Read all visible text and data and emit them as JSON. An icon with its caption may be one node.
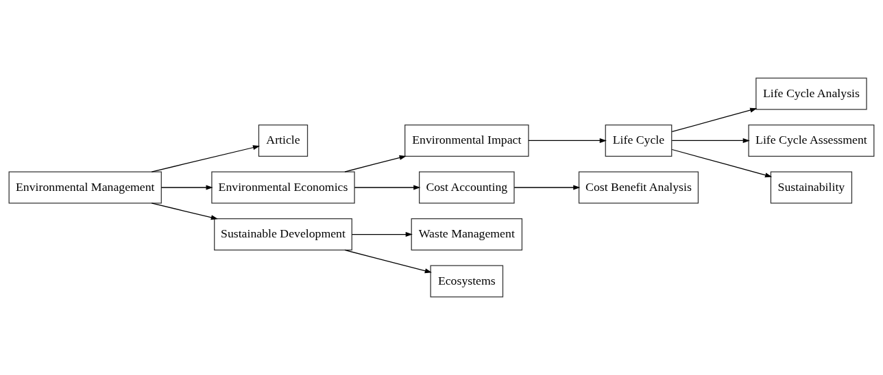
{
  "diagram": {
    "nodes": [
      {
        "text": [
          "Environmental Management"
        ]
      },
      {
        "text": [
          "Article"
        ]
      },
      {
        "text": [
          "Environmental Economics"
        ]
      },
      {
        "text": [
          "Sustainable Development"
        ]
      },
      {
        "text": [
          "Environmental Impact"
        ]
      },
      {
        "text": [
          "Cost Accounting"
        ]
      },
      {
        "text": [
          "Waste Management"
        ]
      },
      {
        "text": [
          "Ecosystems"
        ]
      },
      {
        "text": [
          "Life Cycle"
        ]
      },
      {
        "text": [
          "Cost Benefit Analysis"
        ]
      },
      {
        "text": [
          "Life Cycle Analysis"
        ]
      },
      {
        "text": [
          "Life Cycle Assessment"
        ]
      },
      {
        "text": [
          "Sustainability"
        ]
      }
    ],
    "edges": [
      {
        "from": 0,
        "to": 1,
        "arrow": "to"
      },
      {
        "from": 0,
        "to": 2,
        "arrow": "to"
      },
      {
        "from": 0,
        "to": 3,
        "arrow": "to"
      },
      {
        "from": 2,
        "to": 4,
        "arrow": "to"
      },
      {
        "from": 2,
        "to": 5,
        "arrow": "to"
      },
      {
        "from": 3,
        "to": 6,
        "arrow": "to"
      },
      {
        "from": 3,
        "to": 7,
        "arrow": "to"
      },
      {
        "from": 4,
        "to": 8,
        "arrow": "to"
      },
      {
        "from": 5,
        "to": 9,
        "arrow": "to"
      },
      {
        "from": 8,
        "to": 10,
        "arrow": "to"
      },
      {
        "from": 8,
        "to": 11,
        "arrow": "to"
      },
      {
        "from": 8,
        "to": 12,
        "arrow": "to"
      }
    ]
  }
}
